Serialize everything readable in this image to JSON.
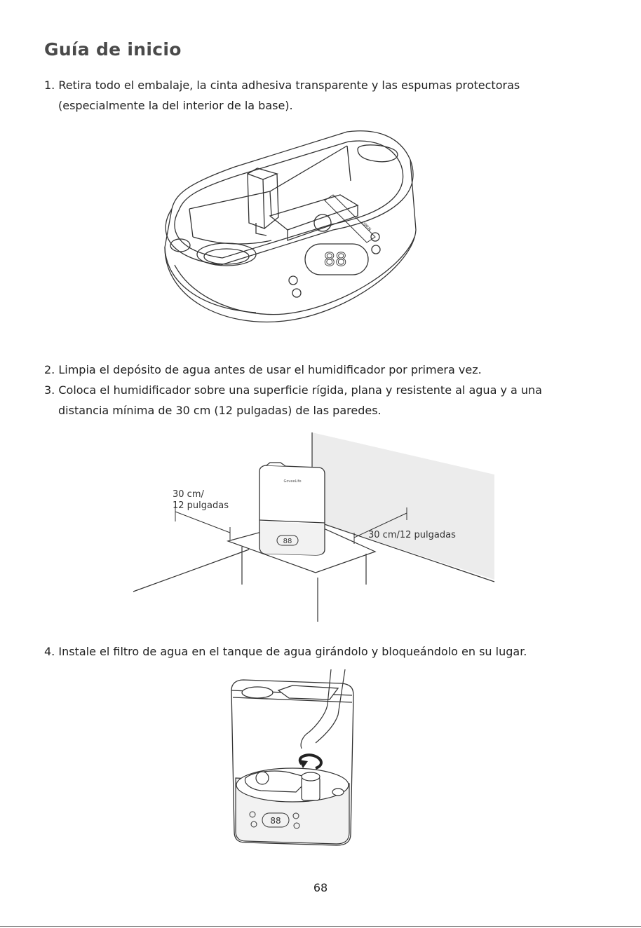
{
  "page": {
    "title": "Guía de inicio",
    "page_number": "68"
  },
  "steps": [
    {
      "line1": "1. Retira todo el embalaje, la cinta adhesiva transparente y las espumas protectoras",
      "line2": "(especialmente la del interior de la base)."
    },
    {
      "line1": "2. Limpia el depósito de agua antes de usar el humidificador por primera vez."
    },
    {
      "line1": "3. Coloca el humidificador sobre una superficie rígida, plana y resistente al agua y a una",
      "line2": "distancia mínima de 30 cm (12 pulgadas) de las paredes."
    },
    {
      "line1": "4.  Instale el filtro de agua en el tanque de agua girándolo y bloqueándolo en su lugar."
    }
  ],
  "figure1": {
    "display_digits": "88",
    "tape_label": "OPEN"
  },
  "figure2": {
    "label_left_1": "30 cm/",
    "label_left_2": "12 pulgadas",
    "label_right": "30 cm/12 pulgadas",
    "brand": "GoveeLife",
    "display_digits": "88"
  },
  "figure3": {
    "display_digits": "88"
  },
  "colors": {
    "title": "#4a4a4a",
    "line_art": "#333333",
    "wall": "#ececec"
  }
}
